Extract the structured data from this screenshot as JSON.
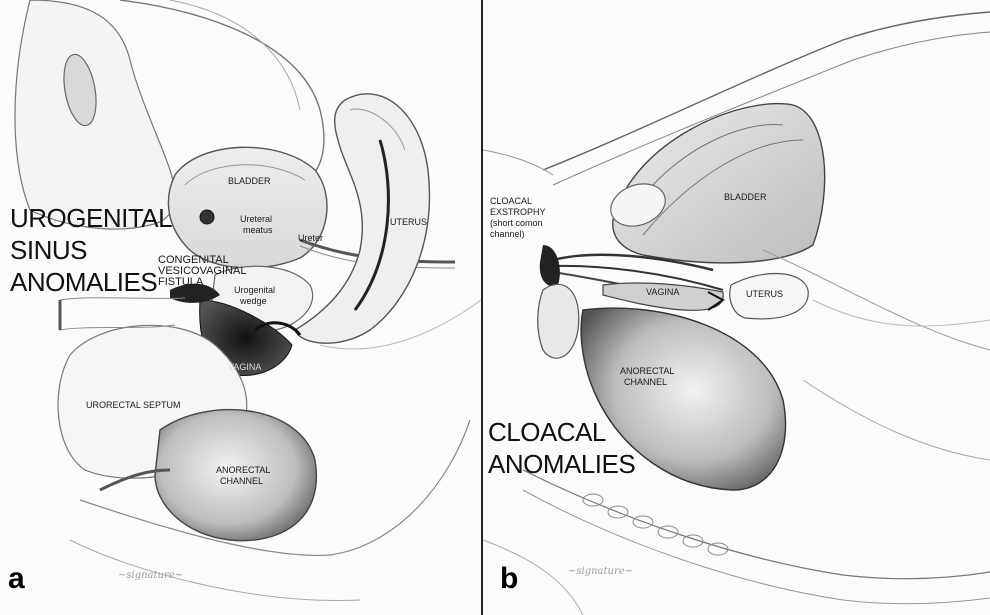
{
  "panel_a": {
    "letter": "a",
    "title_lines": [
      "UROGENITAL",
      "SINUS",
      "ANOMALIES"
    ],
    "labels": {
      "bladder": "BLADDER",
      "ureteral_meatus_1": "Ureteral",
      "ureteral_meatus_2": "meatus",
      "ureter": "Ureter",
      "uterus": "UTERUS",
      "fistula_1": "CONGENITAL",
      "fistula_2": "VESICOVAGINAL",
      "fistula_3": "FISTULA",
      "urogenital_wedge_1": "Urogenital",
      "urogenital_wedge_2": "wedge",
      "vagina": "VAGINA",
      "urorectal_septum": "URORECTAL SEPTUM",
      "anorectal_channel_1": "ANORECTAL",
      "anorectal_channel_2": "CHANNEL"
    }
  },
  "panel_b": {
    "letter": "b",
    "title_lines": [
      "CLOACAL",
      "ANOMALIES"
    ],
    "labels": {
      "exstrophy_1": "CLOACAL",
      "exstrophy_2": "EXSTROPHY",
      "exstrophy_3": "(short comon",
      "exstrophy_4": "channel)",
      "bladder": "BLADDER",
      "vagina": "VAGINA",
      "uterus": "UTERUS",
      "anorectal_channel_1": "ANORECTAL",
      "anorectal_channel_2": "CHANNEL"
    }
  },
  "colors": {
    "ink": "#1a1a1a",
    "pencil": "#555555",
    "shade": "#9a9a9a",
    "paper": "#fbfbfb"
  }
}
